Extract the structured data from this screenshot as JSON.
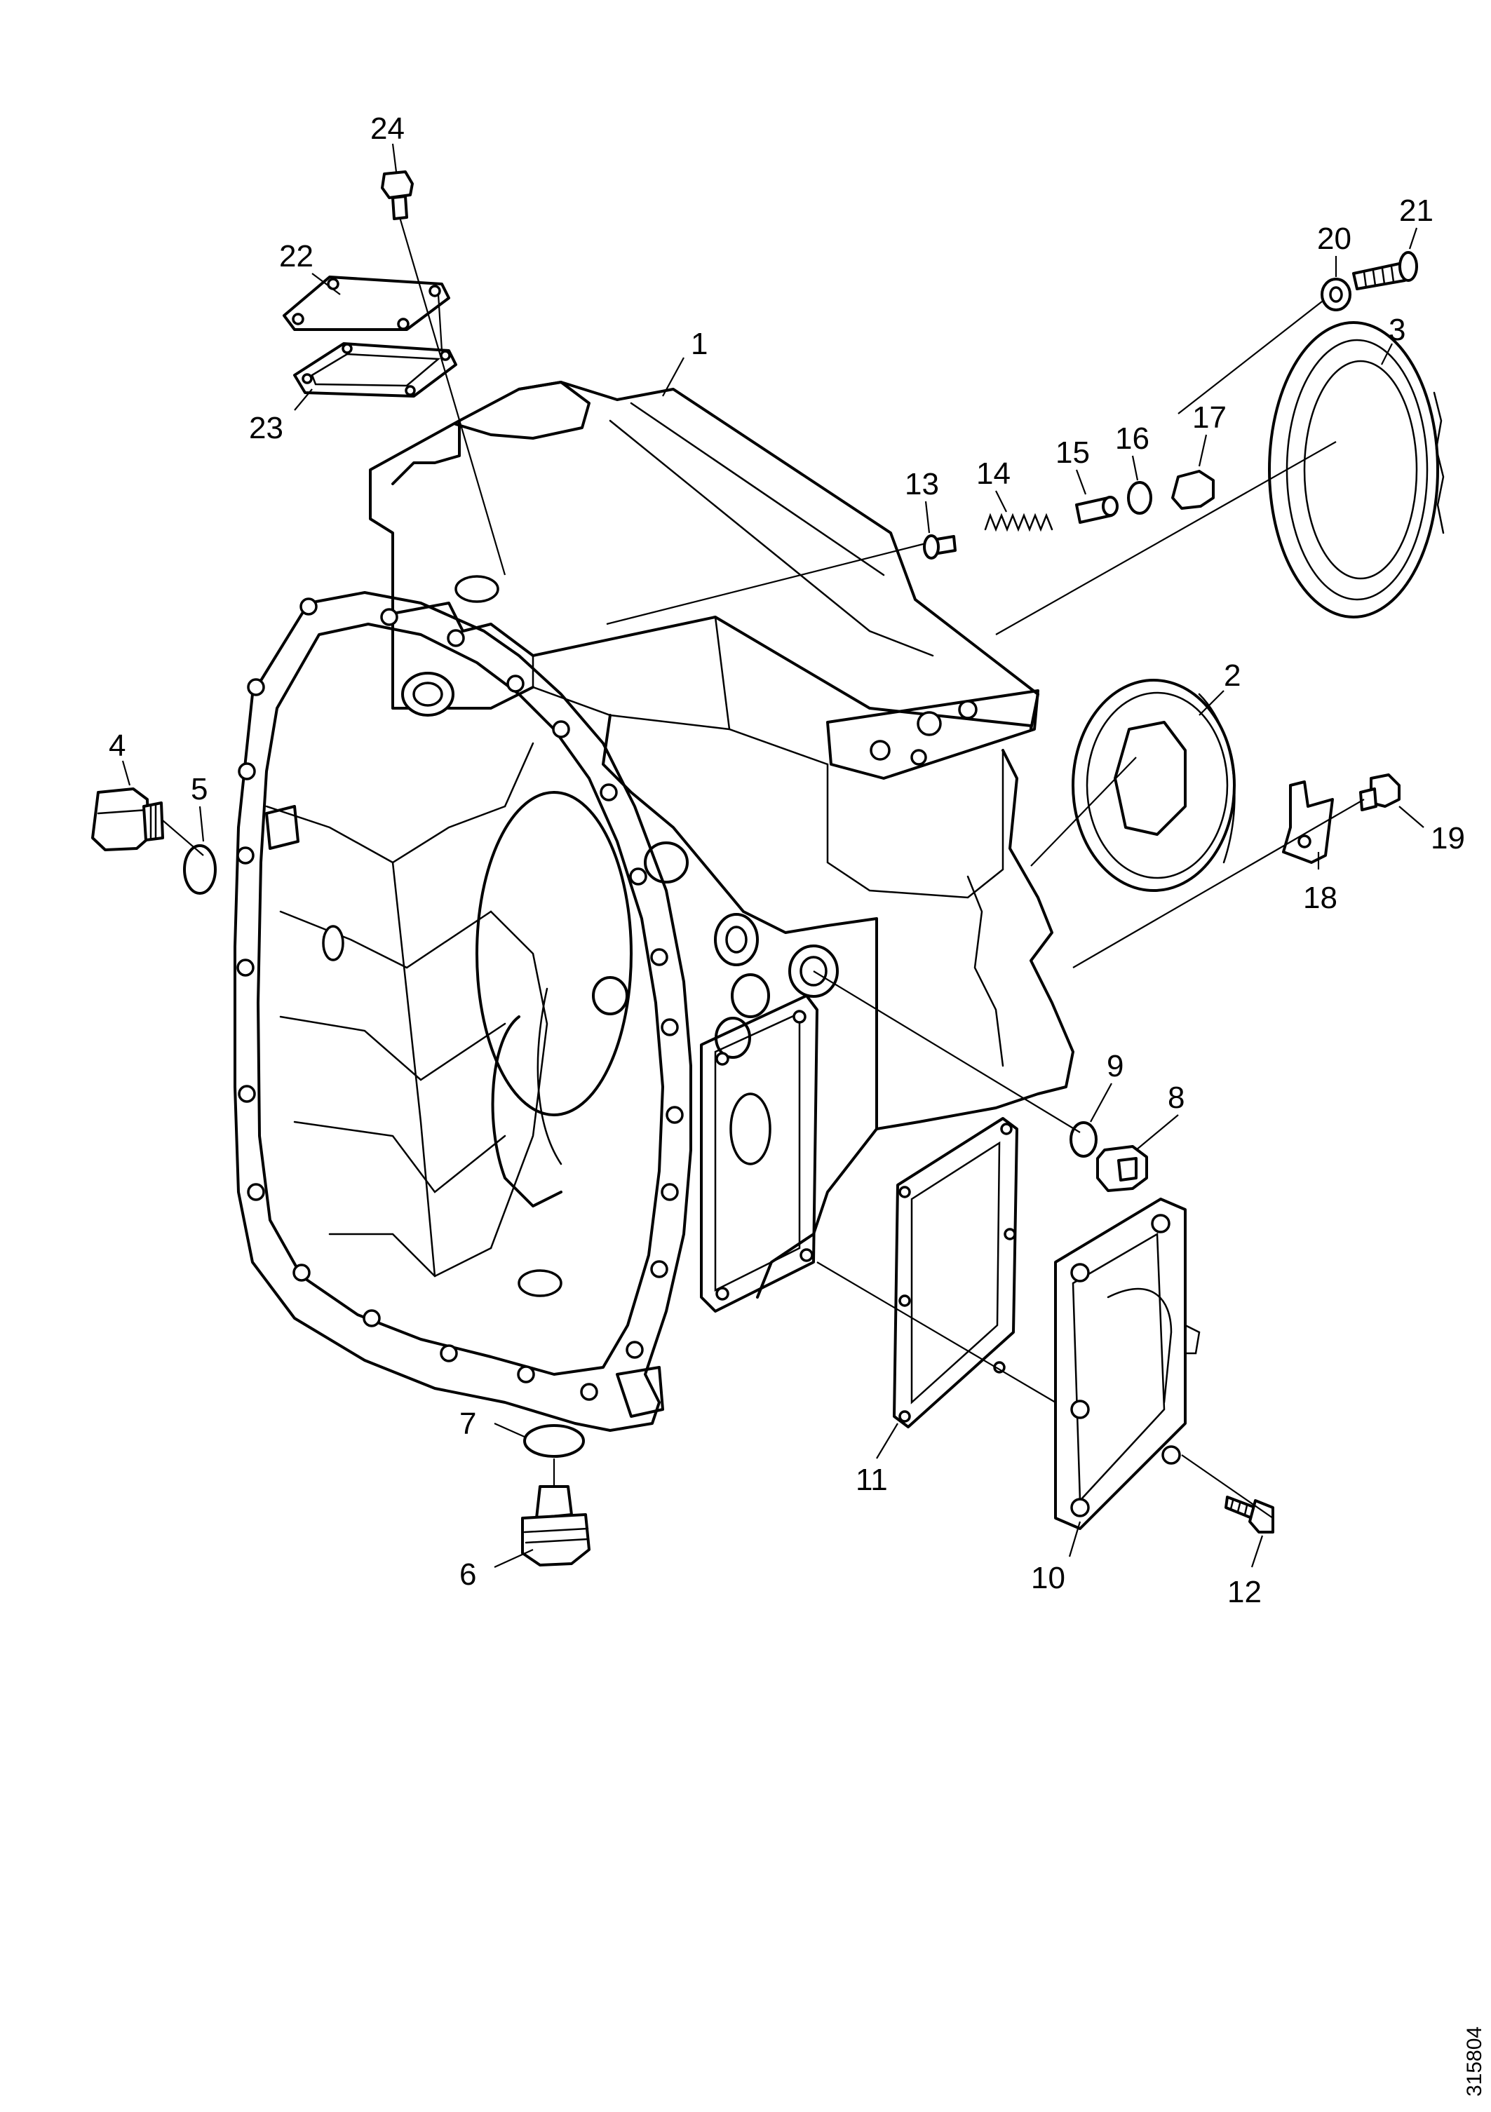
{
  "callouts": [
    {
      "id": "1",
      "label": "1"
    },
    {
      "id": "2",
      "label": "2"
    },
    {
      "id": "3",
      "label": "3"
    },
    {
      "id": "4",
      "label": "4"
    },
    {
      "id": "5",
      "label": "5"
    },
    {
      "id": "6",
      "label": "6"
    },
    {
      "id": "7",
      "label": "7"
    },
    {
      "id": "8",
      "label": "8"
    },
    {
      "id": "9",
      "label": "9"
    },
    {
      "id": "10",
      "label": "10"
    },
    {
      "id": "11",
      "label": "11"
    },
    {
      "id": "12",
      "label": "12"
    },
    {
      "id": "13",
      "label": "13"
    },
    {
      "id": "14",
      "label": "14"
    },
    {
      "id": "15",
      "label": "15"
    },
    {
      "id": "16",
      "label": "16"
    },
    {
      "id": "17",
      "label": "17"
    },
    {
      "id": "18",
      "label": "18"
    },
    {
      "id": "19",
      "label": "19"
    },
    {
      "id": "20",
      "label": "20"
    },
    {
      "id": "21",
      "label": "21"
    },
    {
      "id": "22",
      "label": "22"
    },
    {
      "id": "23",
      "label": "23"
    },
    {
      "id": "24",
      "label": "24"
    }
  ],
  "reference_number": "315804"
}
